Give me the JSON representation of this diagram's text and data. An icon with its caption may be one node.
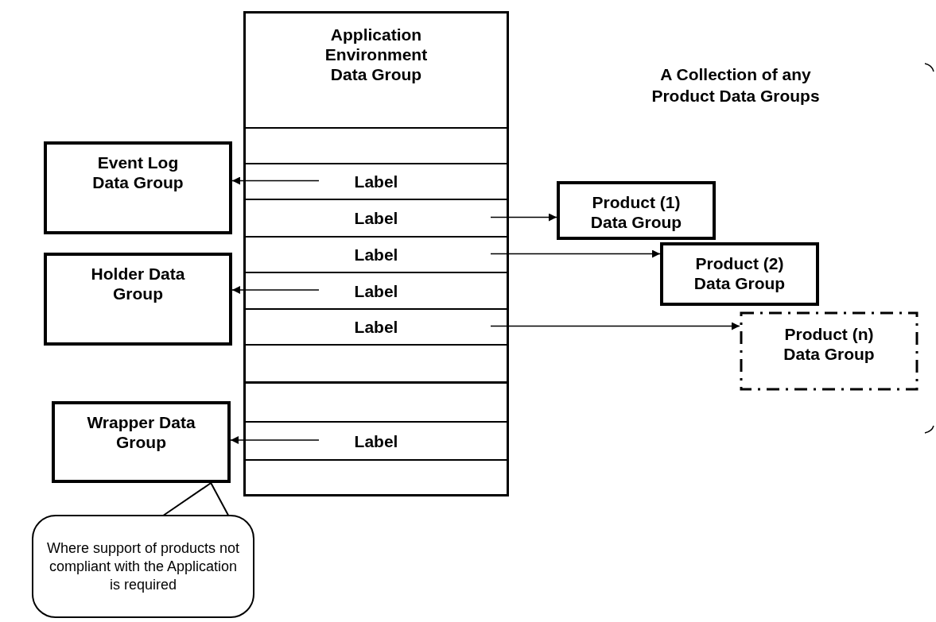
{
  "diagram": {
    "nodes": [
      {
        "text": [
          "Application Environment Data Group"
        ]
      },
      {
        "text": [],
        "shape": "box",
        "in": 0
      },
      {
        "text": [
          "Label"
        ],
        "in": 0
      },
      {
        "text": [
          "Label"
        ],
        "in": 0
      },
      {
        "text": [
          "Label"
        ],
        "in": 0
      },
      {
        "text": [
          "Label"
        ],
        "in": 0
      },
      {
        "text": [
          "Label"
        ],
        "in": 0
      },
      {
        "text": [],
        "shape": "box",
        "in": 0
      },
      {
        "text": [],
        "shape": "box",
        "in": 0
      },
      {
        "text": [
          "Label"
        ],
        "in": 0
      },
      {
        "text": [],
        "shape": "box",
        "in": 0
      },
      {
        "text": [
          "Event Log Data Group"
        ]
      },
      {
        "text": [
          "Holder Data Group"
        ]
      },
      {
        "text": [
          "Wrapper Data Group"
        ]
      },
      {
        "text": [
          "Product (1) Data Group"
        ]
      },
      {
        "text": [
          "Product (2) Data Group"
        ]
      },
      {
        "text": [
          "Product (n) Data Group"
        ]
      },
      {
        "text": [
          "Where support of products not compliant with the Application is required"
        ]
      }
    ],
    "edges": [
      {
        "from": 2,
        "to": 11,
        "arrow": "to"
      },
      {
        "from": 3,
        "to": 14,
        "arrow": "to"
      },
      {
        "from": 4,
        "to": 15,
        "arrow": "to"
      },
      {
        "from": 5,
        "to": 12,
        "arrow": "to"
      },
      {
        "from": 6,
        "to": 16,
        "arrow": "to"
      },
      {
        "from": 9,
        "to": 13,
        "arrow": "to"
      },
      {
        "from": 17,
        "to": 13,
        "arrow": "none"
      }
    ],
    "labels": [
      "A Collection of any Product Data Groups"
    ]
  }
}
